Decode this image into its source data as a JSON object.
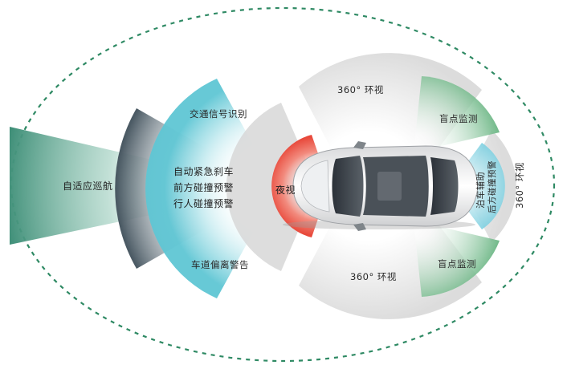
{
  "zones": {
    "adaptive_cruise": "自适应巡航",
    "traffic_sign": "交通信号识别",
    "aeb": "自动紧急刹车",
    "front_collision": "前方碰撞预警",
    "pedestrian": "行人碰撞预警",
    "lane_departure": "车道偏离警告",
    "night_vision": "夜视",
    "surround_top": "360° 环视",
    "surround_bottom": "360° 环视",
    "surround_rear": "360° 环视",
    "blind_spot_top": "盲点监测",
    "blind_spot_bottom": "盲点监测",
    "rear_line1": "泊车辅助",
    "rear_line2": "后方碰撞预警"
  },
  "colors": {
    "cruise": "#3f8f78",
    "dark_band": "#4b5a64",
    "teal": "#5fc6d4",
    "night": "#e8483a",
    "green": "#5fb07a",
    "grey": "#e3e3e3",
    "ellipse": "#2f8a64"
  },
  "icons": {
    "car": "car-top-view-icon"
  }
}
